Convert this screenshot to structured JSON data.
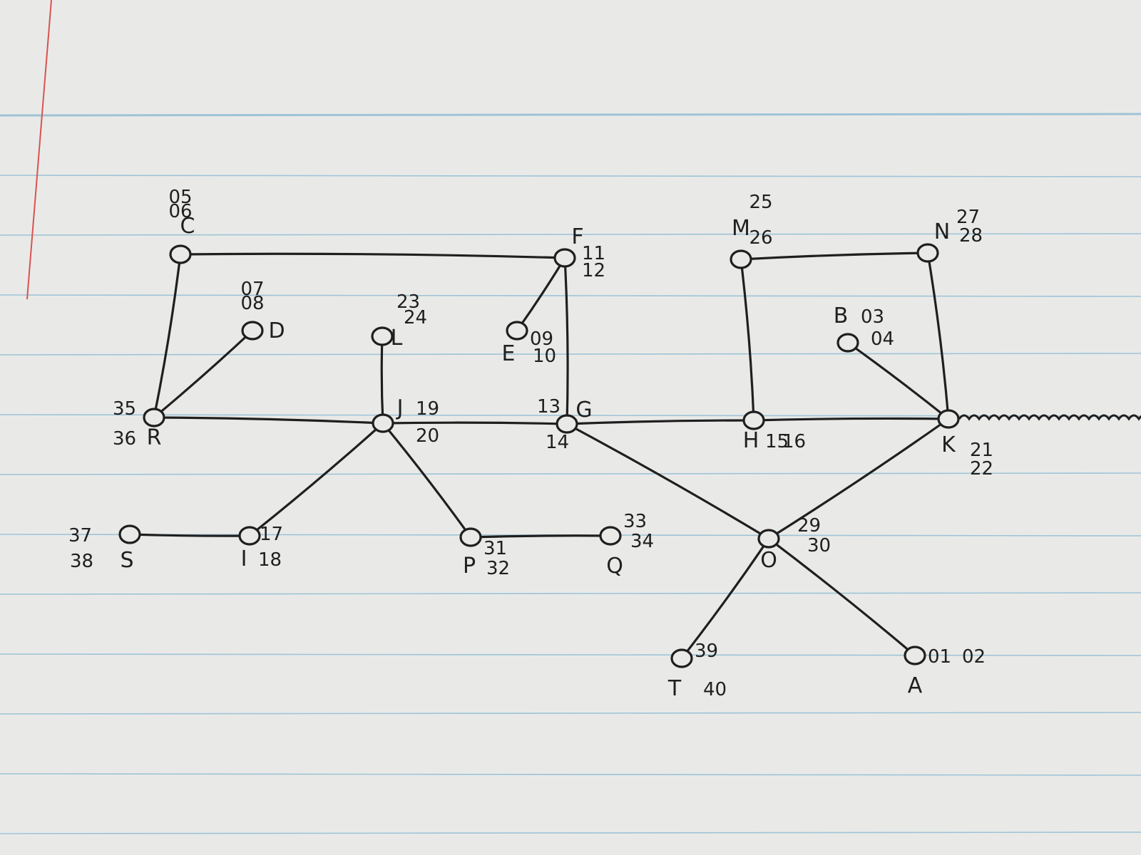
{
  "colors": {
    "paper": "#e9eae8",
    "rule": "#9fc3d6",
    "margin": "#d9534f",
    "ink": "#1f1f1f"
  },
  "nodes": [
    {
      "id": "A",
      "label": "A",
      "nums": [
        "01",
        "02"
      ]
    },
    {
      "id": "B",
      "label": "B",
      "nums": [
        "03",
        "04"
      ]
    },
    {
      "id": "C",
      "label": "C",
      "nums": [
        "05",
        "06"
      ]
    },
    {
      "id": "D",
      "label": "D",
      "nums": [
        "07",
        "08"
      ]
    },
    {
      "id": "E",
      "label": "E",
      "nums": [
        "09",
        "10"
      ]
    },
    {
      "id": "F",
      "label": "F",
      "nums": [
        "11",
        "12"
      ]
    },
    {
      "id": "G",
      "label": "G",
      "nums": [
        "13",
        "14"
      ]
    },
    {
      "id": "H",
      "label": "H",
      "nums": [
        "15",
        "16"
      ]
    },
    {
      "id": "I",
      "label": "I",
      "nums": [
        "17",
        "18"
      ]
    },
    {
      "id": "J",
      "label": "J",
      "nums": [
        "19",
        "20"
      ]
    },
    {
      "id": "K",
      "label": "K",
      "nums": [
        "21",
        "22"
      ]
    },
    {
      "id": "L",
      "label": "L",
      "nums": [
        "23",
        "24"
      ]
    },
    {
      "id": "M",
      "label": "M",
      "nums": [
        "25",
        "26"
      ]
    },
    {
      "id": "N",
      "label": "N",
      "nums": [
        "27",
        "28"
      ]
    },
    {
      "id": "O",
      "label": "O",
      "nums": [
        "29",
        "30"
      ]
    },
    {
      "id": "P",
      "label": "P",
      "nums": [
        "31",
        "32"
      ]
    },
    {
      "id": "Q",
      "label": "Q",
      "nums": [
        "33",
        "34"
      ]
    },
    {
      "id": "R",
      "label": "R",
      "nums": [
        "35",
        "36"
      ]
    },
    {
      "id": "S",
      "label": "S",
      "nums": [
        "37",
        "38"
      ]
    },
    {
      "id": "T",
      "label": "T",
      "nums": [
        "39",
        "40"
      ]
    }
  ],
  "edges": [
    [
      "C",
      "F"
    ],
    [
      "C",
      "R"
    ],
    [
      "D",
      "R"
    ],
    [
      "F",
      "E"
    ],
    [
      "F",
      "G"
    ],
    [
      "R",
      "J"
    ],
    [
      "J",
      "L"
    ],
    [
      "J",
      "G"
    ],
    [
      "G",
      "H"
    ],
    [
      "H",
      "K"
    ],
    [
      "M",
      "N"
    ],
    [
      "M",
      "H"
    ],
    [
      "N",
      "K"
    ],
    [
      "B",
      "K"
    ],
    [
      "J",
      "I"
    ],
    [
      "I",
      "S"
    ],
    [
      "J",
      "P"
    ],
    [
      "P",
      "Q"
    ],
    [
      "G",
      "O"
    ],
    [
      "K",
      "O"
    ],
    [
      "O",
      "T"
    ],
    [
      "O",
      "A"
    ]
  ]
}
